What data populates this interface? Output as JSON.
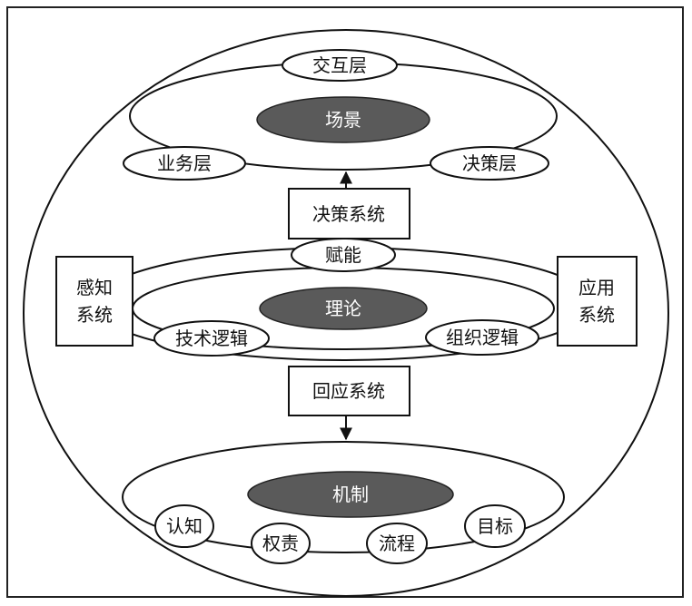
{
  "layers": {
    "top": {
      "center": "场景",
      "top": "交互层",
      "left": "业务层",
      "right": "决策层"
    },
    "middle": {
      "center": "理论",
      "top": "赋能",
      "left": "技术逻辑",
      "right": "组织逻辑"
    },
    "bottom": {
      "center": "机制",
      "items": [
        "认知",
        "权责",
        "流程",
        "目标"
      ]
    }
  },
  "systems": {
    "decision": "决策系统",
    "response": "回应系统",
    "perception": [
      "感知",
      "系统"
    ],
    "application": [
      "应用",
      "系统"
    ]
  },
  "colors": {
    "stroke": "#111111",
    "center_fill": "#5a5a5a",
    "background": "#ffffff"
  }
}
